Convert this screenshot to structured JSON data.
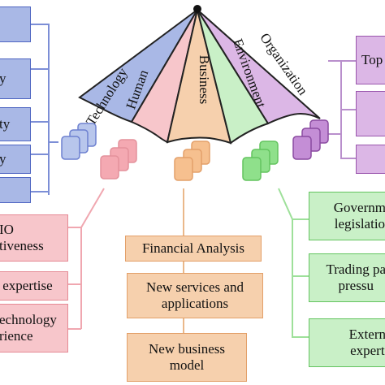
{
  "umbrella": {
    "panels": [
      "Technology",
      "Human",
      "Business",
      "Environment",
      "Organization"
    ],
    "colors": [
      "#a9b8e6",
      "#f7c6cb",
      "#f6d0ad",
      "#c9f0c7",
      "#dcb7e6"
    ]
  },
  "left_column": [
    {
      "text": ""
    },
    {
      "text": "y"
    },
    {
      "text": "ty"
    },
    {
      "text": "y"
    },
    {
      "text": ""
    }
  ],
  "human_column": [
    {
      "text": "IO\ntiveness"
    },
    {
      "text": " expertise"
    },
    {
      "text": "echnology\nrience"
    }
  ],
  "business_column": [
    {
      "text": "Financial Analysis"
    },
    {
      "text": "New services and\napplications"
    },
    {
      "text": "New business\nmodel"
    }
  ],
  "environment_column": [
    {
      "text": "Governm\nlegislatio"
    },
    {
      "text": "Trading pa\npressu"
    },
    {
      "text": "Extern\nexpert"
    }
  ],
  "organization_column": [
    {
      "text": "Top"
    },
    {
      "text": ""
    },
    {
      "text": ""
    }
  ]
}
